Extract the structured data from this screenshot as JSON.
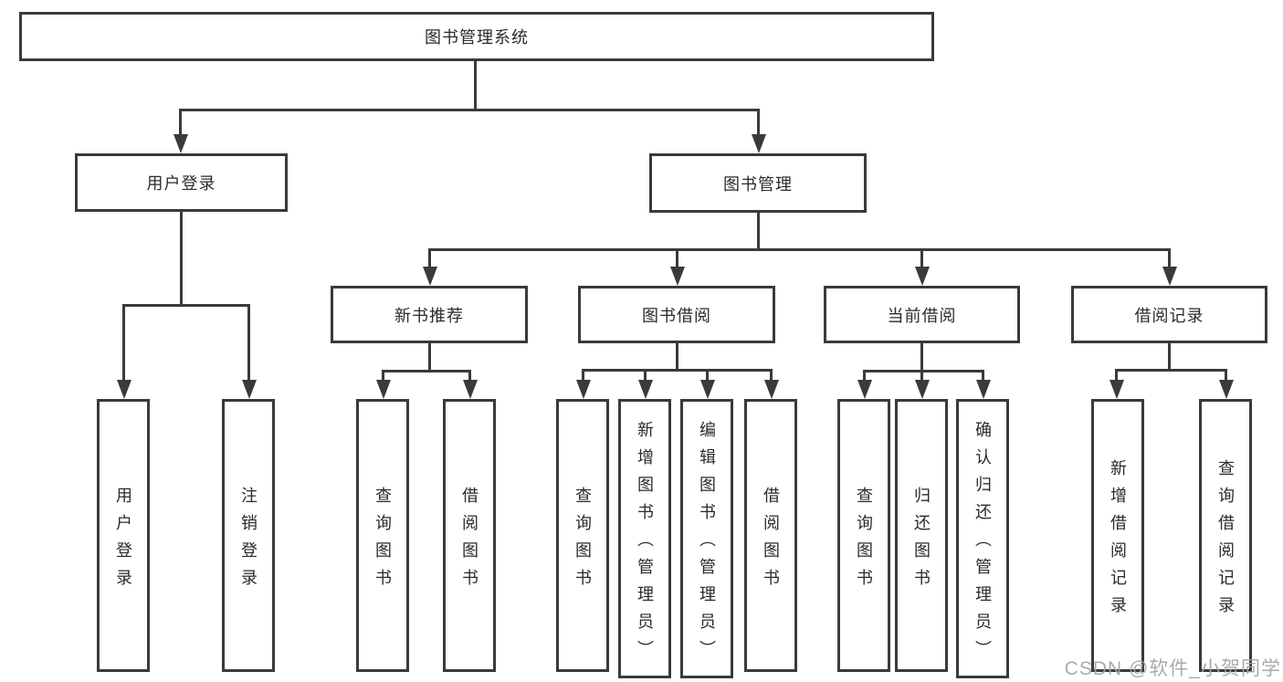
{
  "diagram": {
    "root": {
      "label": "图书管理系统"
    },
    "level2": [
      {
        "id": "user-login",
        "label": "用户登录"
      },
      {
        "id": "book-management",
        "label": "图书管理"
      }
    ],
    "level3": [
      {
        "id": "new-book-recommend",
        "label": "新书推荐"
      },
      {
        "id": "book-borrow",
        "label": "图书借阅"
      },
      {
        "id": "current-borrow",
        "label": "当前借阅"
      },
      {
        "id": "borrow-records",
        "label": "借阅记录"
      }
    ],
    "leaves": {
      "login": [
        "用户登录",
        "注销登录"
      ],
      "recommend": [
        "查询图书",
        "借阅图书"
      ],
      "borrow": [
        "查询图书",
        "新增图书（管理员）",
        "编辑图书（管理员）",
        "借阅图书"
      ],
      "current": [
        "查询图书",
        "归还图书",
        "确认归还（管理员）"
      ],
      "records": [
        "新增借阅记录",
        "查询借阅记录"
      ]
    }
  },
  "watermark": {
    "text": "CSDN @软件_小贺同学"
  },
  "colors": {
    "line": "#3a3a3a",
    "text": "#2a2a2a",
    "watermark": "#a3a3a3"
  }
}
